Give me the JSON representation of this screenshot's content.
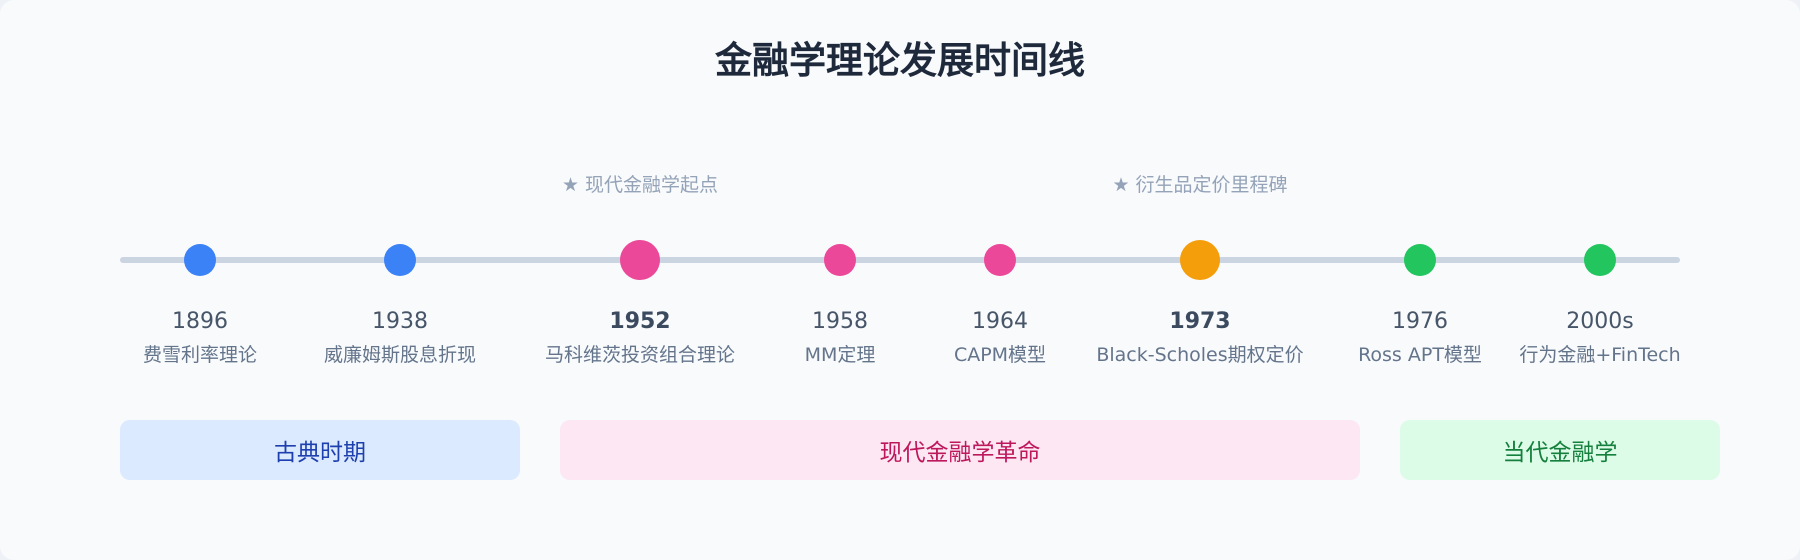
{
  "title": "金融学理论发展时间线",
  "colors": {
    "classical": "#3b82f6",
    "modern": "#ec4899",
    "milestone": "#f59e0b",
    "contemporary": "#22c55e",
    "axis": "#cbd5e1"
  },
  "events": [
    {
      "year": "1896",
      "label": "费雪利率理论",
      "era": "classical",
      "major": false
    },
    {
      "year": "1938",
      "label": "威廉姆斯股息折现",
      "era": "classical",
      "major": false
    },
    {
      "year": "1952",
      "label": "马科维茨投资组合理论",
      "era": "modern",
      "major": true
    },
    {
      "year": "1958",
      "label": "MM定理",
      "era": "modern",
      "major": false
    },
    {
      "year": "1964",
      "label": "CAPM模型",
      "era": "modern",
      "major": false
    },
    {
      "year": "1973",
      "label": "Black-Scholes期权定价",
      "era": "milestone",
      "major": true
    },
    {
      "year": "1976",
      "label": "Ross APT模型",
      "era": "contemporary",
      "major": false
    },
    {
      "year": "2000s",
      "label": "行为金融+FinTech",
      "era": "contemporary",
      "major": false
    }
  ],
  "annotations": [
    {
      "text": "★ 现代金融学起点",
      "event_index": 2
    },
    {
      "text": "★ 衍生品定价里程碑",
      "event_index": 5
    }
  ],
  "eras": [
    {
      "label": "古典时期",
      "bg": "#dbeafe",
      "fg": "#1e40af"
    },
    {
      "label": "现代金融学革命",
      "bg": "#fce7f3",
      "fg": "#be185d"
    },
    {
      "label": "当代金融学",
      "bg": "#dcfce7",
      "fg": "#15803d"
    }
  ]
}
